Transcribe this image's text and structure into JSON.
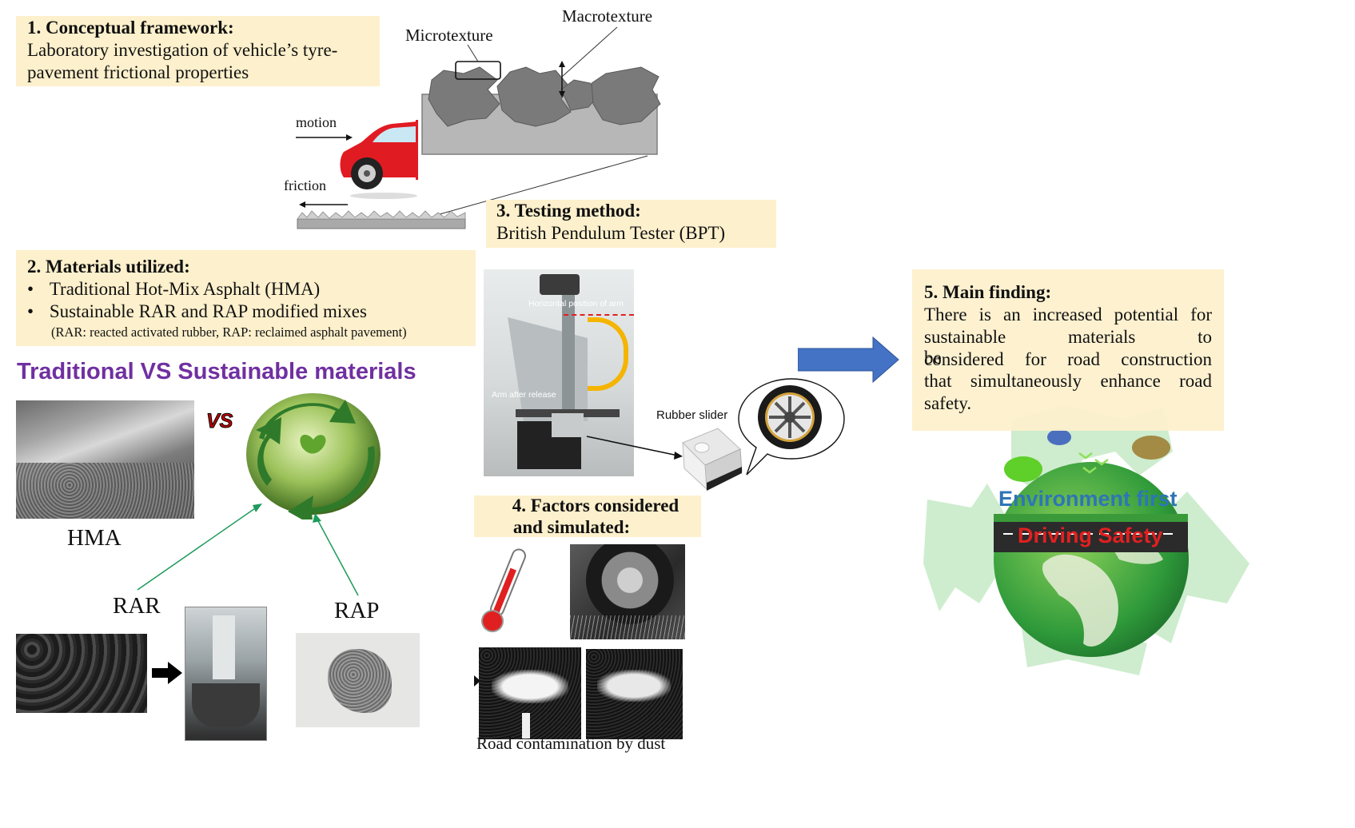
{
  "section1": {
    "title": "1. Conceptual framework:",
    "line1": "Laboratory investigation of vehicle’s tyre-",
    "line2": "pavement frictional properties"
  },
  "diagram": {
    "microtexture": "Microtexture",
    "macrotexture": "Macrotexture",
    "motion": "motion",
    "friction": "friction"
  },
  "section2": {
    "title": "2. Materials utilized:",
    "bullet1": "Traditional Hot-Mix Asphalt (HMA)",
    "bullet2": "Sustainable RAR and RAP modified mixes",
    "note": "(RAR: reacted activated rubber, RAP: reclaimed asphalt pavement)",
    "bullet_char": "•"
  },
  "comparison": {
    "heading": "Traditional VS Sustainable materials",
    "vs": "VS",
    "hma": "HMA",
    "rar": "RAR",
    "rap": "RAP",
    "heading_color": "#7030a0",
    "vs_color": "#c00000"
  },
  "section3": {
    "title": "3. Testing method:",
    "text": "British Pendulum Tester (BPT)",
    "photo_label_top": "Horizontal position of arm",
    "photo_label_bottom": "Arm after release",
    "rubber_slider": "Rubber slider"
  },
  "section4": {
    "title_line1": "4. Factors considered",
    "title_line2": "and simulated:",
    "dust_caption": "Road contamination by dust"
  },
  "section5": {
    "title": "5. Main finding:",
    "line1": "There is an increased potential for",
    "line2": "sustainable materials to be",
    "line3": "considered for road construction",
    "line4": "that simultaneously enhance road",
    "line5": "safety."
  },
  "eco_graphic": {
    "environment": "Environment first",
    "driving": "Driving Safety",
    "environment_color": "#2e75b6",
    "driving_color": "#e02020"
  },
  "colors": {
    "box_fill": "#fdf0cc",
    "arrow_blue": "#4472c4",
    "connector_green": "#1d9b5a"
  }
}
